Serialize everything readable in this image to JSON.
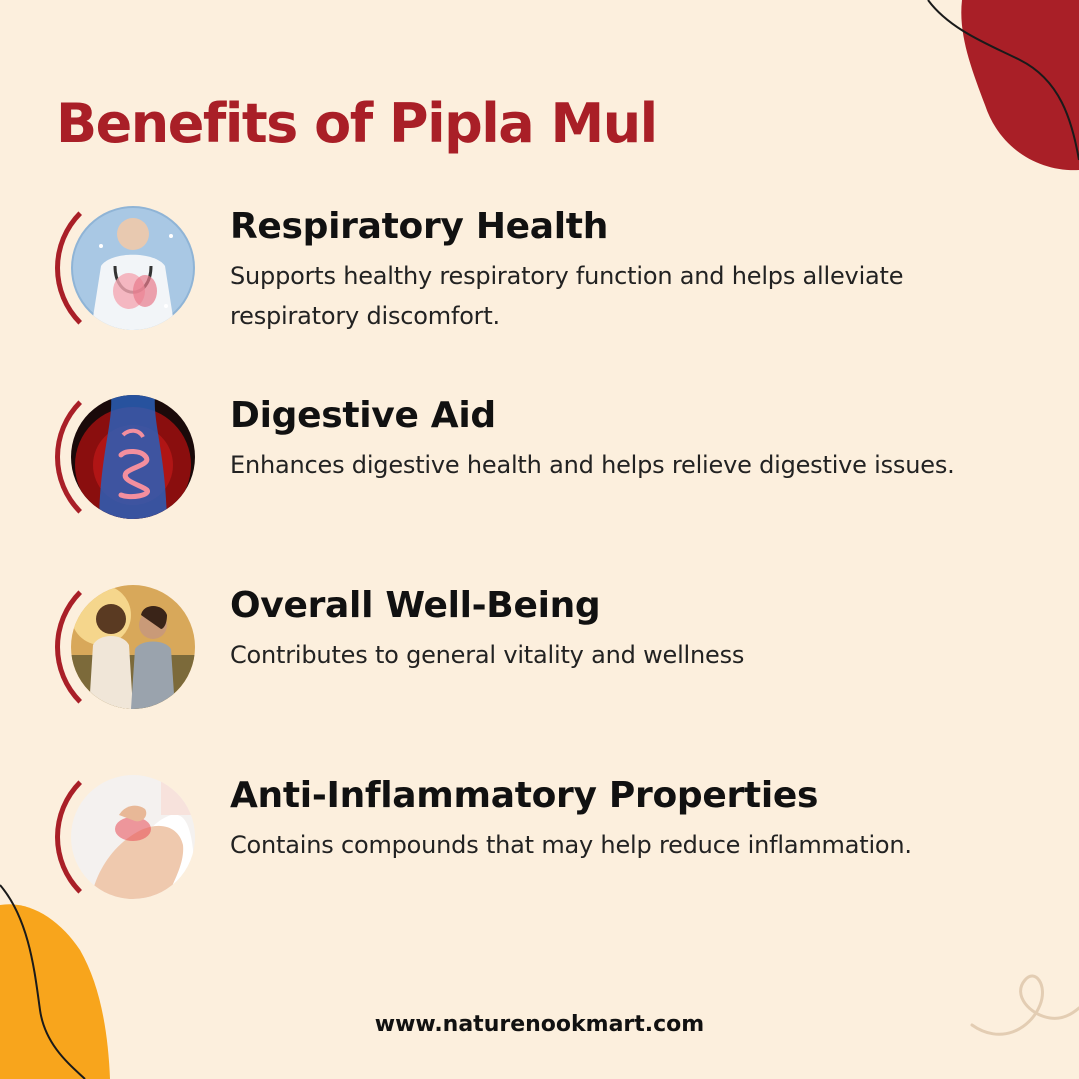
{
  "title": "Benefits of Pipla Mul",
  "benefits": [
    {
      "title": "Respiratory Health",
      "description": "Supports healthy respiratory function and helps alleviate respiratory discomfort.",
      "image": "doctor-lungs-photo"
    },
    {
      "title": "Digestive Aid",
      "description": "Enhances digestive health and helps relieve digestive issues.",
      "image": "digestive-system-photo"
    },
    {
      "title": "Overall Well-Being",
      "description": "Contributes to general vitality and wellness",
      "image": "happy-couple-photo"
    },
    {
      "title": "Anti-Inflammatory Properties",
      "description": "Contains compounds that may help reduce inflammation.",
      "image": "shoulder-pain-photo"
    }
  ],
  "website": "www.naturenookmart.com",
  "colors": {
    "background": "#fcefdd",
    "accent_red": "#a91f27",
    "accent_orange": "#f8a51c",
    "text": "#111111"
  }
}
